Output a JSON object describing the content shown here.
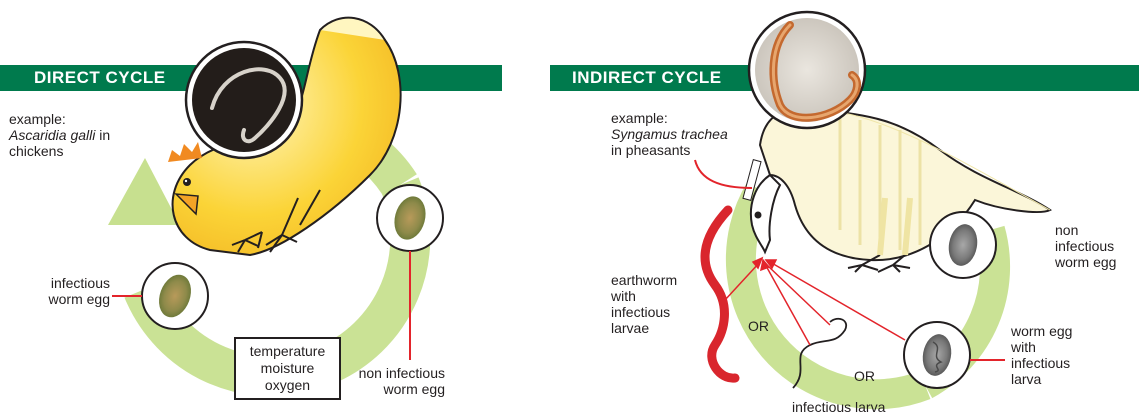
{
  "direct": {
    "title": "DIRECT CYCLE",
    "example_prefix": "example:",
    "example_species": "Ascaridia galli",
    "example_suffix": " in",
    "example_host": "chickens",
    "label_infectious_egg_1": "infectious",
    "label_infectious_egg_2": "worm egg",
    "label_noninfectious_1": "non infectious",
    "label_noninfectious_2": "worm egg",
    "conditions": [
      "temperature",
      "moisture",
      "oxygen"
    ]
  },
  "indirect": {
    "title": "INDIRECT CYCLE",
    "example_prefix": "example:",
    "example_species": "Syngamus trachea",
    "example_host": "in pheasants",
    "label_noninfectious": [
      "non",
      "infectious",
      "worm egg"
    ],
    "label_egg_larva": [
      "worm egg",
      "with",
      "infectious",
      "larva"
    ],
    "label_earthworm": [
      "earthworm",
      "with",
      "infectious",
      "larvae"
    ],
    "label_larva": "infectious larva",
    "or_1": "OR",
    "or_2": "OR"
  },
  "colors": {
    "banner": "#007a4d",
    "cycle_arrow": "#b9d97a",
    "pointer": "#e3242b",
    "chicken": "#fbd437",
    "pheasant": "#f7f1c8"
  }
}
